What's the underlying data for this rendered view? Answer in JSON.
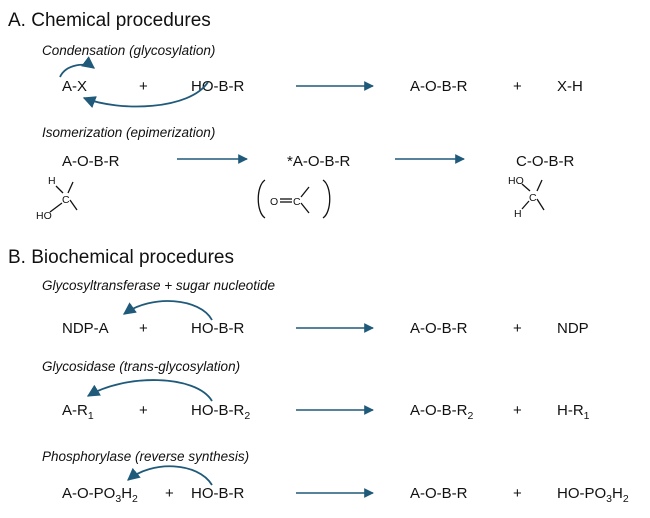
{
  "section_a": {
    "title": "A. Chemical procedures",
    "condensation": {
      "title": "Condensation (glycosylation)",
      "reactant1": "A-X",
      "plus1": "+",
      "reactant2": "HO-B-R",
      "product1": "A-O-B-R",
      "plus2": "+",
      "product2": "X-H"
    },
    "isomerization": {
      "title": "Isomerization  (epimerization)",
      "start": "A-O-B-R",
      "intermediate": "*A-O-B-R",
      "product": "C-O-B-R",
      "h_label": "H",
      "ho_label": "HO",
      "c_label": "C",
      "carbonyl_o": "O",
      "carbonyl_c": "C",
      "product_ho_label": "HO",
      "product_h_label": "H",
      "product_c_label": "C"
    }
  },
  "section_b": {
    "title": "B. Biochemical procedures",
    "glycosyltransferase": {
      "title": "Glycosyltransferase + sugar nucleotide",
      "reactant1": "NDP-A",
      "plus1": "+",
      "reactant2": "HO-B-R",
      "product1": "A-O-B-R",
      "plus2": "+",
      "product2": "NDP"
    },
    "glycosidase": {
      "title": "Glycosidase (trans-glycosylation)",
      "reactant1_base": "A-R",
      "reactant1_sub": "1",
      "plus1": "+",
      "reactant2_base": "HO-B-R",
      "reactant2_sub": "2",
      "product1_base": "A-O-B-R",
      "product1_sub": "2",
      "plus2": "+",
      "product2_base": "H-R",
      "product2_sub": "1"
    },
    "phosphorylase": {
      "title": "Phosphorylase (reverse synthesis)",
      "reactant1_pre": "A-O-PO",
      "reactant1_sub1": "3",
      "reactant1_mid": "H",
      "reactant1_sub2": "2",
      "plus1": "+",
      "reactant2": "HO-B-R",
      "product1": "A-O-B-R",
      "plus2": "+",
      "product2_pre": "HO-PO",
      "product2_sub1": "3",
      "product2_mid": "H",
      "product2_sub2": "2"
    }
  },
  "colors": {
    "arrow": "#1f5a7a",
    "text": "#111111",
    "background": "#ffffff"
  }
}
